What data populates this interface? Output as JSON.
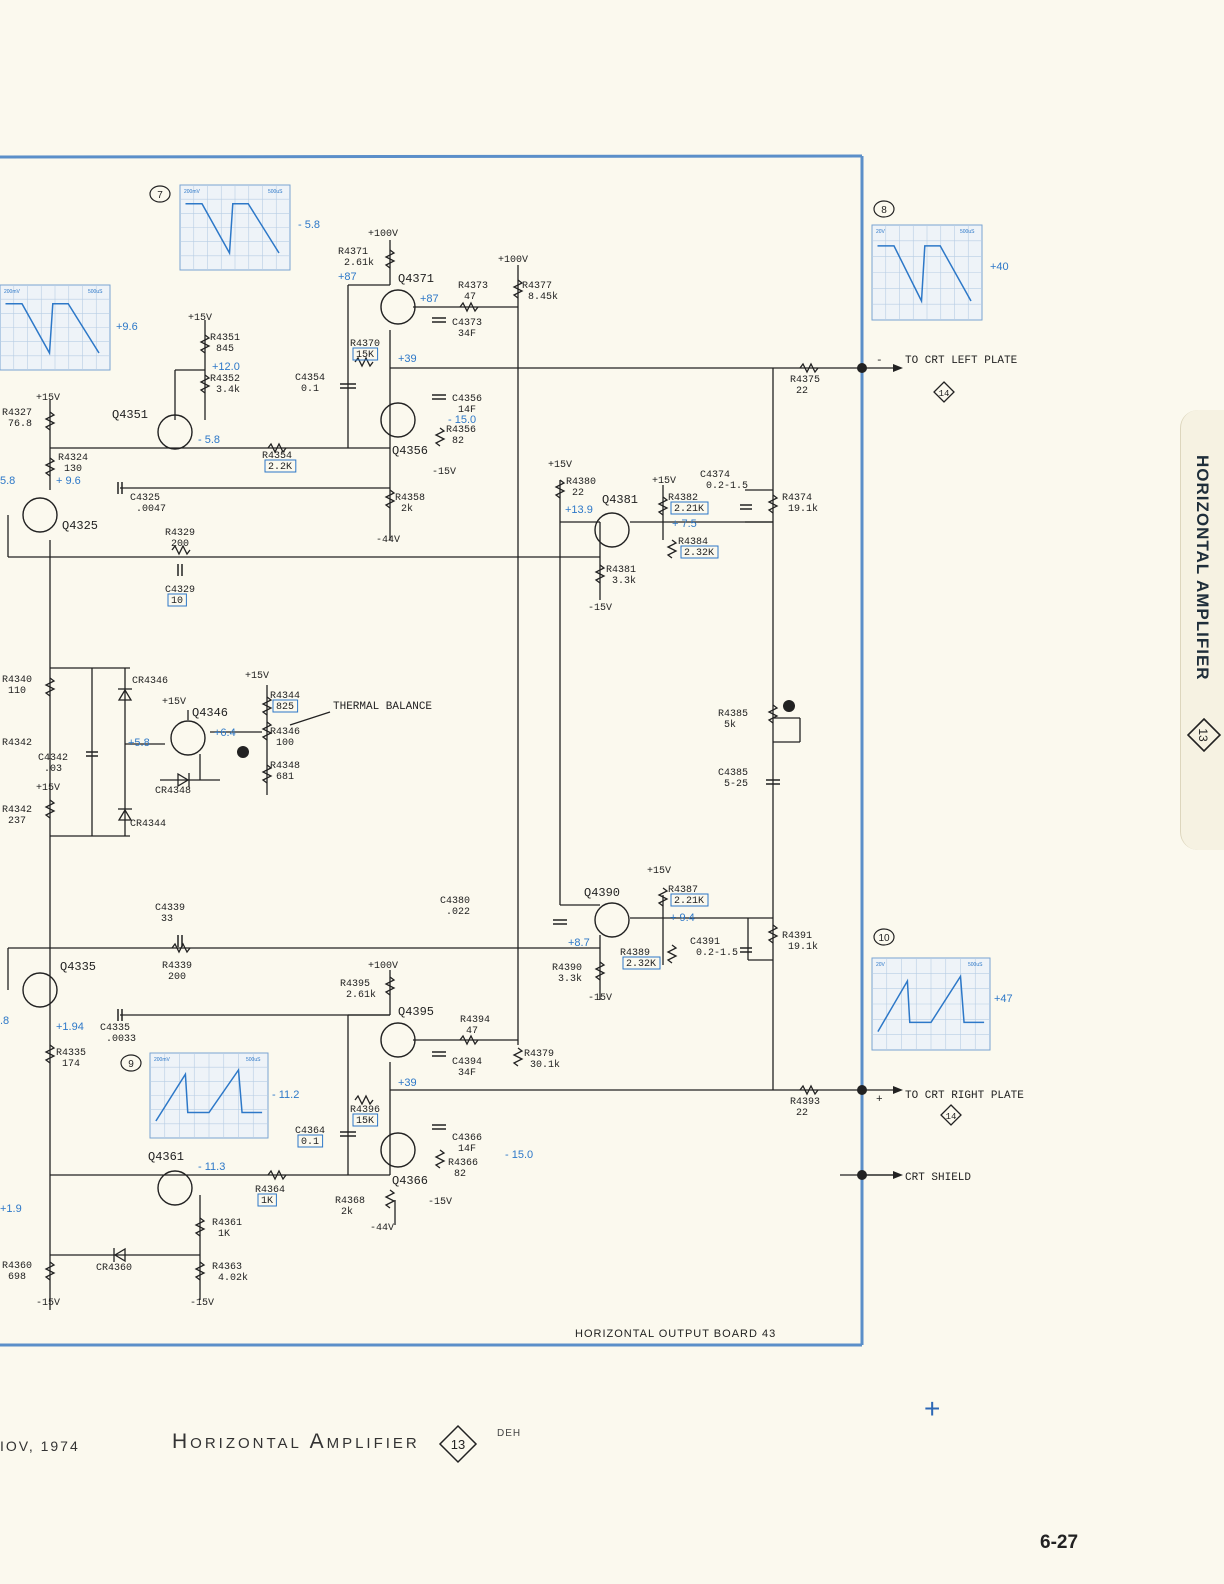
{
  "side_tab": {
    "title": "HORIZONTAL AMPLIFIER",
    "number": "13"
  },
  "footer": {
    "date": "IOV, 1974",
    "title": "Horizontal Amplifier",
    "number": "13",
    "initials": "DEH"
  },
  "page_number": "6-27",
  "board_label": "HORIZONTAL OUTPUT BOARD 43",
  "colors": {
    "ink": "#222222",
    "annotation_blue": "#2d78c8",
    "board_outline": "#5b8fc9",
    "paper": "#fbf9ee"
  },
  "waveforms": [
    {
      "id": "7",
      "voltage": "- 5.8",
      "header_left": "200mV",
      "header_right": "500uS"
    },
    {
      "id": "",
      "voltage": "+9.6",
      "header_left": "200mV",
      "header_right": "500uS"
    },
    {
      "id": "8",
      "voltage": "+40",
      "header_left": "20V",
      "header_right": "500uS"
    },
    {
      "id": "9",
      "voltage": "- 11.2",
      "header_left": "200mV",
      "header_right": "500uS"
    },
    {
      "id": "10",
      "voltage": "+47",
      "header_left": "20V",
      "header_right": "500uS"
    }
  ],
  "outputs": [
    {
      "label": "TO CRT LEFT PLATE",
      "sign": "-",
      "number": "14"
    },
    {
      "label": "TO CRT RIGHT PLATE",
      "sign": "+",
      "number": "14"
    },
    {
      "label": "CRT SHIELD"
    }
  ],
  "transistors": [
    "Q4371",
    "Q4351",
    "Q4356",
    "Q4325",
    "Q4381",
    "Q4346",
    "Q4390",
    "Q4335",
    "Q4395",
    "Q4361",
    "Q4366"
  ],
  "components": [
    {
      "ref": "R4371",
      "value": "2.61k"
    },
    {
      "ref": "R4373",
      "value": "47"
    },
    {
      "ref": "R4377",
      "value": "8.45k"
    },
    {
      "ref": "C4373",
      "value": "34F"
    },
    {
      "ref": "R4370",
      "value": "15K",
      "boxed": true
    },
    {
      "ref": "C4354",
      "value": "0.1"
    },
    {
      "ref": "C4356",
      "value": "14F"
    },
    {
      "ref": "R4356",
      "value": "82"
    },
    {
      "ref": "R4351",
      "value": "845"
    },
    {
      "ref": "R4352",
      "value": "3.4k"
    },
    {
      "ref": "R4354",
      "value": "2.2K",
      "boxed": true
    },
    {
      "ref": "R4327",
      "value": "76.8"
    },
    {
      "ref": "R4324",
      "value": "130"
    },
    {
      "ref": "C4325",
      "value": ".0047"
    },
    {
      "ref": "R4358",
      "value": "2k"
    },
    {
      "ref": "R4329",
      "value": "200"
    },
    {
      "ref": "C4329",
      "value": "10",
      "boxed": true
    },
    {
      "ref": "R4375",
      "value": "22"
    },
    {
      "ref": "C4374",
      "value": "0.2-1.5"
    },
    {
      "ref": "R4374",
      "value": "19.1k"
    },
    {
      "ref": "R4380",
      "value": "22"
    },
    {
      "ref": "R4382",
      "value": "2.21K",
      "boxed": true
    },
    {
      "ref": "R4384",
      "value": "2.32K",
      "boxed": true
    },
    {
      "ref": "R4381",
      "value": "3.3k"
    },
    {
      "ref": "R4340",
      "value": "110"
    },
    {
      "ref": "R4342",
      "value": ""
    },
    {
      "ref": "C4342",
      "value": ".03"
    },
    {
      "ref": "R4342",
      "value": "237"
    },
    {
      "ref": "CR4346",
      "value": ""
    },
    {
      "ref": "CR4348",
      "value": ""
    },
    {
      "ref": "CR4344",
      "value": ""
    },
    {
      "ref": "R4344",
      "value": "825",
      "boxed": true
    },
    {
      "ref": "R4346",
      "value": "100"
    },
    {
      "ref": "R4348",
      "value": "681"
    },
    {
      "ref": "R4385",
      "value": "5k"
    },
    {
      "ref": "C4385",
      "value": "5-25"
    },
    {
      "ref": "C4380",
      "value": ".022"
    },
    {
      "ref": "R4387",
      "value": "2.21K",
      "boxed": true
    },
    {
      "ref": "C4391",
      "value": "0.2-1.5"
    },
    {
      "ref": "R4391",
      "value": "19.1k"
    },
    {
      "ref": "R4389",
      "value": "2.32K",
      "boxed": true
    },
    {
      "ref": "R4390",
      "value": "3.3k"
    },
    {
      "ref": "C4339",
      "value": "33"
    },
    {
      "ref": "R4339",
      "value": "200"
    },
    {
      "ref": "R4395",
      "value": "2.61k"
    },
    {
      "ref": "R4394",
      "value": "47"
    },
    {
      "ref": "R4379",
      "value": "30.1k"
    },
    {
      "ref": "C4394",
      "value": "34F"
    },
    {
      "ref": "C4335",
      "value": ".0033"
    },
    {
      "ref": "R4335",
      "value": "174"
    },
    {
      "ref": "R4396",
      "value": "15K",
      "boxed": true
    },
    {
      "ref": "R4393",
      "value": "22"
    },
    {
      "ref": "C4364",
      "value": "0.1",
      "boxed": true
    },
    {
      "ref": "C4366",
      "value": "14F"
    },
    {
      "ref": "R4366",
      "value": "82"
    },
    {
      "ref": "R4364",
      "value": "1K",
      "boxed": true
    },
    {
      "ref": "R4368",
      "value": "2k"
    },
    {
      "ref": "R4361",
      "value": "1K"
    },
    {
      "ref": "R4363",
      "value": "4.02k"
    },
    {
      "ref": "R4360",
      "value": "698"
    },
    {
      "ref": "CR4360",
      "value": ""
    }
  ],
  "supply_labels": [
    "+100V",
    "+15V",
    "-15V",
    "-44V"
  ],
  "annotations": [
    "THERMAL BALANCE"
  ],
  "voltages": [
    "+87",
    "+87",
    "+39",
    "+12.0",
    "- 5.8",
    "- 15.0",
    "+ 9.6",
    "5.8",
    "+13.9",
    "+ 7.5",
    "+5.8",
    "+6.4",
    "+8.7",
    "+ 9.4",
    "+1.94",
    "+39",
    "- 11.3",
    "- 15.0",
    "+1.9",
    ".8"
  ]
}
